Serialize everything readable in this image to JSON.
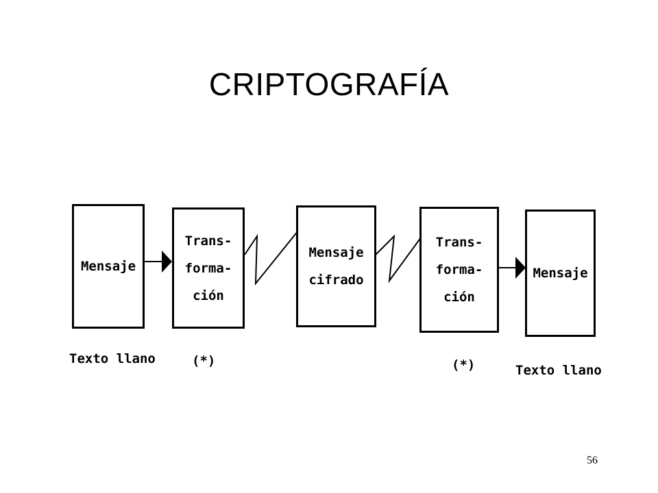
{
  "slide": {
    "title": "CRIPTOGRAFÍA",
    "page_number": "56"
  },
  "diagram": {
    "boxes": [
      {
        "lines": [
          "Mensaje"
        ]
      },
      {
        "lines": [
          "Trans-",
          "forma-",
          "ción"
        ]
      },
      {
        "lines": [
          "Mensaje",
          "cifrado"
        ]
      },
      {
        "lines": [
          "Trans-",
          "forma-",
          "ción"
        ]
      },
      {
        "lines": [
          "Mensaje"
        ]
      }
    ],
    "captions": [
      "Texto llano",
      "(*)",
      "(*)",
      "Texto llano"
    ]
  }
}
